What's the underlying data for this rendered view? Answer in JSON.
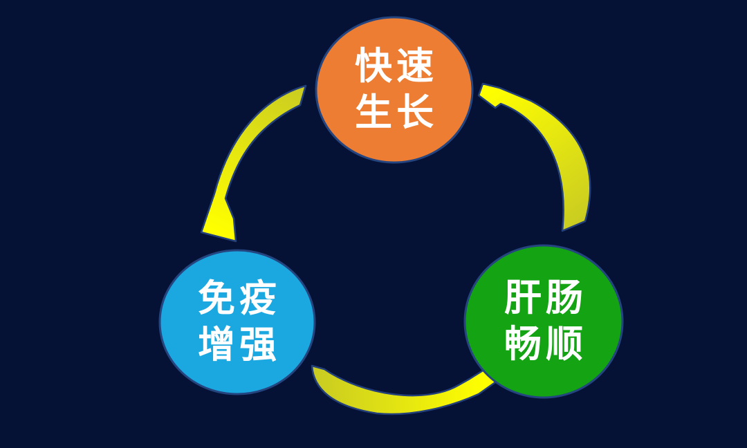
{
  "page": {
    "background_color": "#061235",
    "text_color": "#FFFFFF"
  },
  "diagram": {
    "type": "cycle",
    "direction": "counterclockwise",
    "nodes": [
      {
        "id": "rapid-growth",
        "line1": "快速",
        "line2": "生长",
        "color": "#EC7D33"
      },
      {
        "id": "immune-boost",
        "line1": "免疫",
        "line2": "增强",
        "color": "#1BA7E0"
      },
      {
        "id": "liver-gut-smooth",
        "line1": "肝肠",
        "line2": "畅顺",
        "color": "#13A313"
      }
    ],
    "arrows": [
      {
        "from": "rapid-growth",
        "to": "immune-boost"
      },
      {
        "from": "immune-boost",
        "to": "liver-gut-smooth"
      },
      {
        "from": "liver-gut-smooth",
        "to": "rapid-growth"
      }
    ],
    "arrow_gradient": {
      "start": "#C9CB22",
      "end": "#FFFF00"
    },
    "node_border_color": "#24457F",
    "arrow_border_color": "#23407A"
  }
}
